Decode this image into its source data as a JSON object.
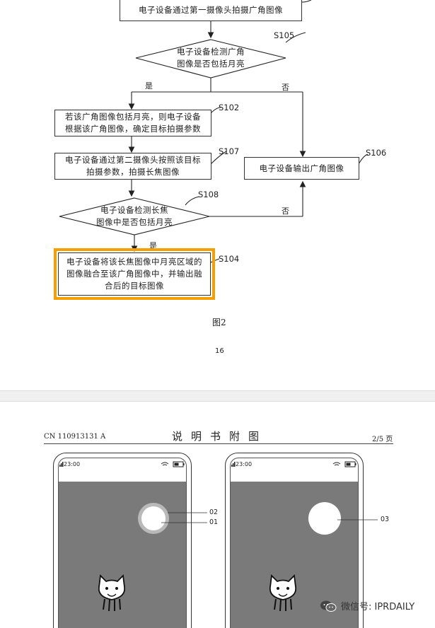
{
  "flowchart": {
    "box_top": "电子设备通过第一摄像头拍摄广角图像",
    "s105": {
      "label": "S105",
      "text_line1": "电子设备检测广角",
      "text_line2": "图像是否包括月亮"
    },
    "yes1": "是",
    "no1": "否",
    "s102": {
      "label": "S102",
      "text_line1": "若该广角图像包括月亮，则电子设备",
      "text_line2": "根据该广角图像，确定目标拍摄参数"
    },
    "s106": {
      "label": "S106",
      "text": "电子设备输出广角图像"
    },
    "s107": {
      "label": "S107",
      "text_line1": "电子设备通过第二摄像头按照该目标",
      "text_line2": "拍摄参数，拍摄长焦图像"
    },
    "s108": {
      "label": "S108",
      "text_line1": "电子设备检测长焦",
      "text_line2": "图像中是否包括月亮"
    },
    "no2": "否",
    "yes2": "是",
    "s104": {
      "label": "S104",
      "text_line1": "电子设备将该长焦图像中月亮区域的",
      "text_line2": "图像融合至该广角图像中，并输出融",
      "text_line3": "合后的目标图像"
    },
    "highlight_color": "#f5a000"
  },
  "figure_caption": "图2",
  "page_number": "16",
  "page2": {
    "patent_number": "CN 110913131 A",
    "header_title": "说明书附图",
    "page_info": "2/5 页",
    "phone_left": {
      "time": "23:00",
      "ref_a": "02",
      "ref_b": "01"
    },
    "phone_right": {
      "time": "23:00",
      "ref_a": "03"
    }
  },
  "watermark": {
    "text": "微信号: IPRDAILY",
    "icon": "wechat-icon"
  }
}
